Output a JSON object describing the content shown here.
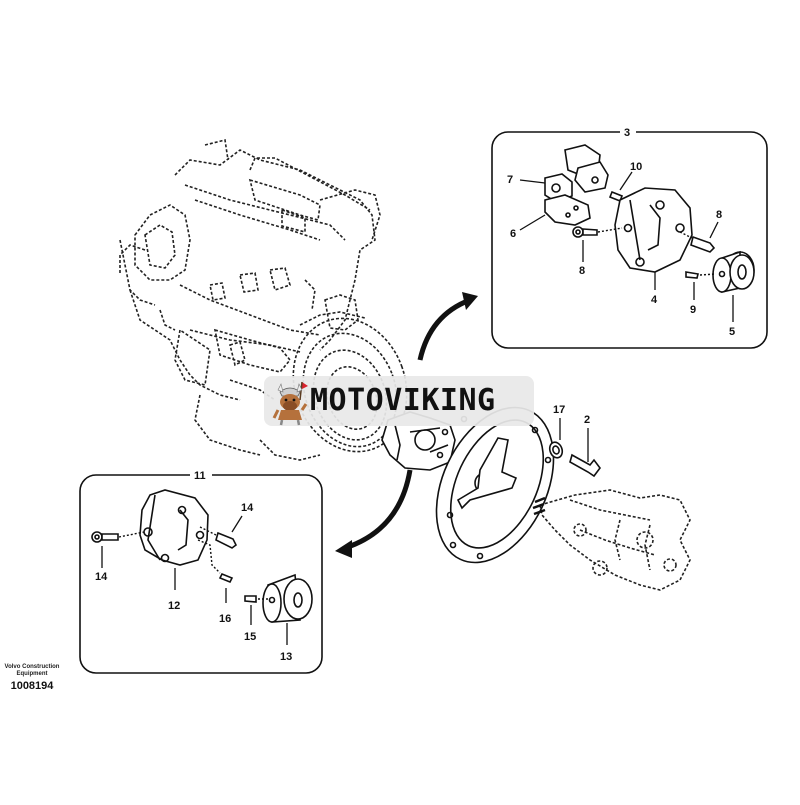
{
  "diagram": {
    "title": "Excavator engine-to-hydraulic-pump flexible coupling",
    "detail_top": {
      "group_label": "3",
      "callouts": [
        "4",
        "5",
        "6",
        "7",
        "8",
        "8",
        "9",
        "10"
      ]
    },
    "detail_bottom": {
      "group_label": "11",
      "callouts": [
        "12",
        "13",
        "14",
        "14",
        "15",
        "16"
      ]
    },
    "main_callouts": [
      "17",
      "2"
    ]
  },
  "watermark": {
    "brand": "MOTOVIKING",
    "icon": "viking-mascot-icon"
  },
  "footer": {
    "company": "Volvo Construction Equipment",
    "drawing_number": "1008194"
  },
  "colors": {
    "line": "#111111",
    "watermark_bg": "#e8e8e8",
    "mascot_flag": "#d9232e",
    "mascot_skin": "#b5713c"
  }
}
